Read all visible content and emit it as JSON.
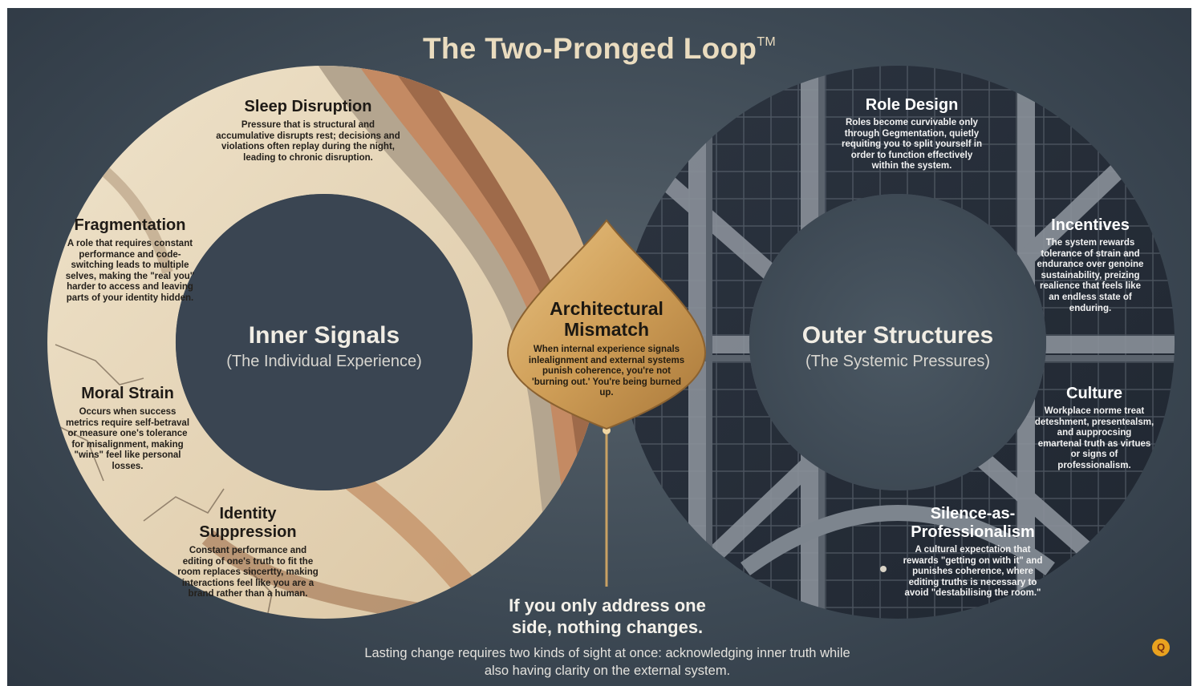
{
  "title": {
    "text": "The Two-Pronged Loop",
    "mark": "TM"
  },
  "left": {
    "heading": "Inner Signals",
    "subheading": "(The Individual Experience)",
    "items": [
      {
        "title": "Sleep Disruption",
        "body": "Pressure that is structural and accumulative disrupts rest; decisions and violations often replay during the night, leading to chronic disruption."
      },
      {
        "title": "Fragmentation",
        "body": "A role that requires constant performance and code-switching leads to multiple selves, making the \"real you\" harder to access and leaving parts of your identity hidden."
      },
      {
        "title": "Moral Strain",
        "body": "Occurs when success metrics require self-betraval or measure one's tolerance for misalignment, making \"wins\" feel like personal losses."
      },
      {
        "title": "Identity Suppression",
        "body": "Constant performance and editing of one's truth to fit the room replaces sincertty, making interactions feel like you are a brand rather than a human."
      }
    ]
  },
  "center": {
    "title": "Architectural Mismatch",
    "body": "When internal experience signals inlealignment and external systems punish coherence, you're not 'burning out.' You're being burned up."
  },
  "right": {
    "heading": "Outer Structures",
    "subheading": "(The Systemic Pressures)",
    "items": [
      {
        "title": "Role Design",
        "body": "Roles become curvivable only through Gegmentation, quietly requiting you to split yourself in order to function effectively within the system."
      },
      {
        "title": "Incentives",
        "body": "The system rewards tolerance of strain and endurance over genoine sustainability, preizing realience that feels like an endless state of enduring."
      },
      {
        "title": "Culture",
        "body": "Workplace norme treat deteshment, presentealsm, and aupprocsing emartenal truth as virtues or signs of professionalism."
      },
      {
        "title": "Silence-as-Professionalism",
        "body": "A cultural expectation that rewards \"getting on with it\" and punishes coherence, where editing truths is necessary to avoid \"destabilising the room.\""
      }
    ]
  },
  "tagline": {
    "headline": "If you only address one side, nothing changes.",
    "body": "Lasting change requires two kinds of sight at once: acknowledging inner truth while also having clarity on the external system."
  },
  "logo": {
    "glyph": "Q"
  },
  "colors": {
    "title": "#eadcbf",
    "background": "#3e4a55",
    "leaf": "#d4a762",
    "parchment": "#e9dcc4"
  }
}
